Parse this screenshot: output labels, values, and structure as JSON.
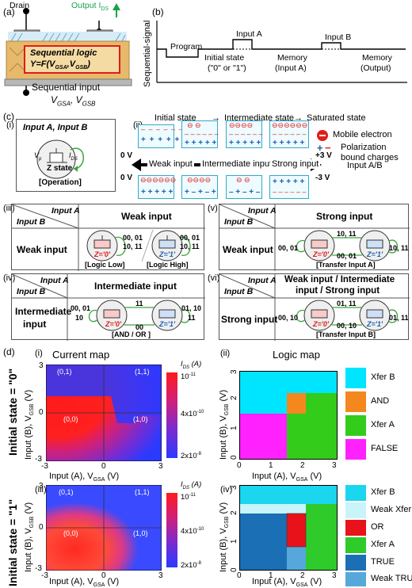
{
  "panel_a": {
    "label": "(a)",
    "drain": "Drain",
    "output": "Output I",
    "output_sub": "DS",
    "box_title": "Sequential logic",
    "formula": "Y=F(V",
    "formula_sub1": "GSA",
    "formula_mid": ",V",
    "formula_sub2": "GSB",
    "formula_end": ")",
    "input_title": "Sequential input",
    "input_v1": "V",
    "input_v1_sub": "GSA",
    "input_sep": ", V",
    "input_v2_sub": "GSB"
  },
  "panel_b": {
    "label": "(b)",
    "ylabel": "Sequential-signal",
    "program": "Program",
    "initial": "Initial state",
    "initial2": "(\"0\" or \"1\")",
    "input_a": "Input A",
    "input_b": "Input B",
    "mem_a": "Memory",
    "mem_a2": "(Input A)",
    "mem_o": "Memory",
    "mem_o2": "(Output)"
  },
  "panel_c": {
    "label": "(c)",
    "i": "(i)",
    "ii": "(ii)",
    "iii": "(iii)",
    "iv": "(iv)",
    "v": "(v)",
    "vi": "(vi)",
    "op_title": "Input A, Input B",
    "vp": "V",
    "vp_sub": "p",
    "ids": "I",
    "ids_sub": "DS",
    "zstate": "Z state",
    "operation": "[Operation]",
    "state_initial": "Initial state",
    "state_inter": "Intermediate state",
    "state_sat": "Saturated state",
    "legend_mobile": "Mobile electron",
    "legend_pol1": "Polarization",
    "legend_pol2": "bound charges",
    "zero_v_top": "0 V",
    "zero_v_bot": "0 V",
    "plus3": "+3 V",
    "minus3": "-3 V",
    "weak_input": "Weak input",
    "inter_input": "Intermediate input",
    "strong_input": "Strong input",
    "input_ab": "Input A/B",
    "tbl_input_a": "Input A",
    "tbl_input_b": "Input B",
    "iii_head": "Weak input",
    "iii_row": "Weak input",
    "iii_cap1": "[Logic Low]",
    "iii_cap2": "[Logic High]",
    "iii_s1": "00, 01",
    "iii_s1b": "10, 11",
    "iii_s2": "00, 01",
    "iii_s2b": "10, 11",
    "z0": "Z='0'",
    "z1": "Z='1'",
    "iv_head": "Intermediate input",
    "iv_row1": "Intermediate",
    "iv_row2": "input",
    "iv_cap": "[AND / OR ]",
    "iv_l1": "00, 01",
    "iv_l2": "10",
    "iv_top": "11",
    "iv_mid": "00",
    "iv_r1": "01, 10",
    "iv_r2": "11",
    "v_head": "Strong input",
    "v_row": "Weak input",
    "v_cap": "[Transfer Input A]",
    "v_l": "00, 01",
    "v_t": "10, 11",
    "v_m": "00, 01",
    "v_r": "10, 11",
    "vi_head1": "Weak input / Intermediate",
    "vi_head2": "input / Strong input",
    "vi_row": "Strong input",
    "vi_cap": "[Transfer Input B]",
    "vi_l": "00, 10",
    "vi_t": "01, 11",
    "vi_m": "00, 10",
    "vi_r": "01, 11"
  },
  "panel_d": {
    "label": "(d)",
    "i": "(i)",
    "ii": "(ii)",
    "iii": "(iii)",
    "iv": "(iv)",
    "current_map": "Current map",
    "logic_map": "Logic map",
    "init0": "Initial state = \"0\"",
    "init1": "Initial state = \"1\"",
    "xlabel": "Input (A), V",
    "xlabel_sub": "GSA",
    "xlabel_unit": " (V)",
    "ylabel": "Input (B), V",
    "ylabel_sub": "GSB",
    "ylabel_unit": " (V)",
    "cb_title": "I",
    "cb_title_sub": "DS",
    "cb_unit": " (A)",
    "cb_top": "10",
    "cb_top_exp": "-11",
    "cb_mid": "4x10",
    "cb_mid_exp": "-10",
    "cb_bot": "2x10",
    "cb_bot_exp": "-8",
    "corner_00": "(0,0)",
    "corner_01": "(0,1)",
    "corner_10": "(1,0)",
    "corner_11": "(1,1)",
    "cm_xticks": [
      "-3",
      "0",
      "3"
    ],
    "cm_yticks": [
      "-3",
      "0",
      "3"
    ],
    "lm_xticks": [
      "0",
      "1",
      "2",
      "3"
    ],
    "lm_yticks": [
      "0",
      "1",
      "2",
      "3"
    ],
    "legend_top": [
      {
        "label": "Xfer B",
        "color": "#00e5ff"
      },
      {
        "label": "AND",
        "color": "#f5871f"
      },
      {
        "label": "Xfer A",
        "color": "#33cc1a"
      },
      {
        "label": "FALSE",
        "color": "#ff22ff"
      }
    ],
    "legend_bot": [
      {
        "label": "Xfer B",
        "color": "#1ad6ee"
      },
      {
        "label": "Weak Xfer B",
        "color": "#c8f4fa"
      },
      {
        "label": "OR",
        "color": "#e8121b"
      },
      {
        "label": "Xfer A",
        "color": "#2ecb2a"
      },
      {
        "label": "TRUE",
        "color": "#1b6fb5"
      },
      {
        "label": "Weak TRUE",
        "color": "#56a8da"
      }
    ]
  }
}
